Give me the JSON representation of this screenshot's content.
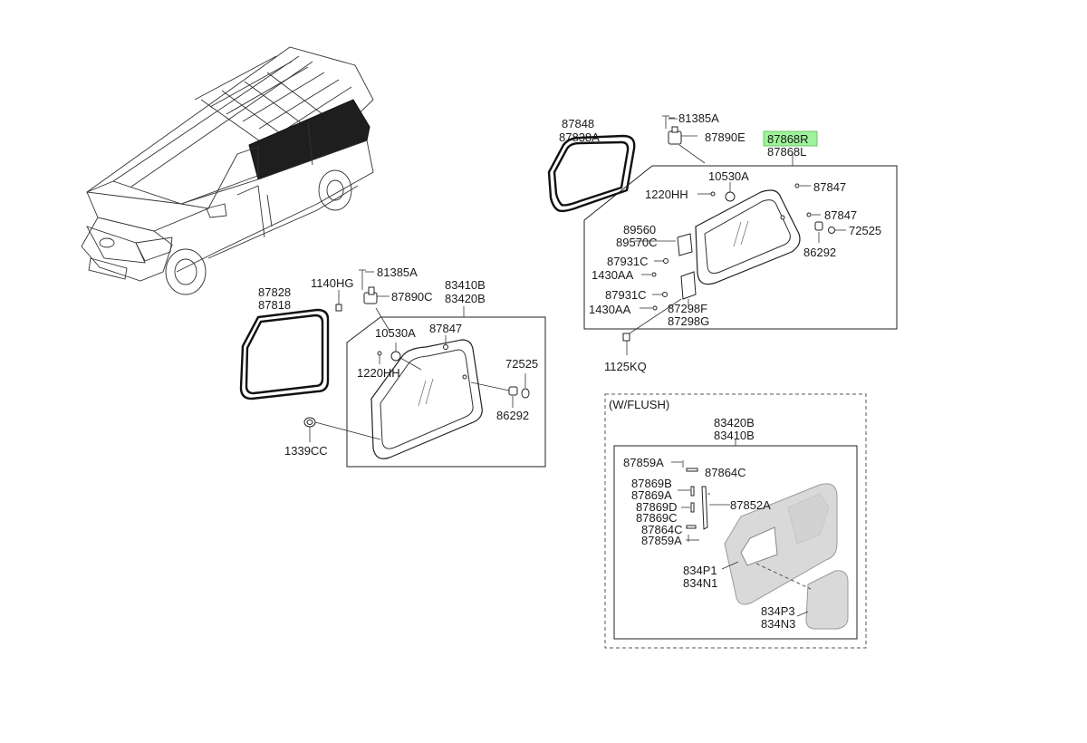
{
  "labels": {
    "p87848": "87848",
    "p87838A": "87838A",
    "p81385A_r": "81385A",
    "p87890E": "87890E",
    "p87868R": "87868R",
    "p87868L": "87868L",
    "p10530A_r": "10530A",
    "p1220HH_r": "1220HH",
    "p87847_r1": "87847",
    "p87847_r2": "87847",
    "p72525_r": "72525",
    "p89560": "89560",
    "p89570C": "89570C",
    "p86292_r": "86292",
    "p87931C_r1": "87931C",
    "p1430AA_r1": "1430AA",
    "p87931C_r2": "87931C",
    "p87298F": "87298F",
    "p1430AA_r2": "1430AA",
    "p87298G": "87298G",
    "p1125KQ": "1125KQ",
    "p81385A_l": "81385A",
    "p1140HG": "1140HG",
    "p87828": "87828",
    "p87890C": "87890C",
    "p87818": "87818",
    "p83410B_l": "83410B",
    "p83420B_l": "83420B",
    "p10530A_l": "10530A",
    "p87847_l": "87847",
    "p72525_l": "72525",
    "p1220HH_l": "1220HH",
    "p86292_l": "86292",
    "p1339CC": "1339CC",
    "flush_title": "(W/FLUSH)",
    "p83420B_f": "83420B",
    "p83410B_f": "83410B",
    "p87859A_1": "87859A",
    "p87864C_1": "87864C",
    "p87869B": "87869B",
    "p87869A": "87869A",
    "p87852A": "87852A",
    "p87869D": "87869D",
    "p87869C": "87869C",
    "p87864C_2": "87864C",
    "p87859A_2": "87859A",
    "p834P1": "834P1",
    "p834N1": "834N1",
    "p834P3": "834P3",
    "p834N3": "834N3"
  },
  "colors": {
    "highlight": "#9ef29a",
    "line": "#222222",
    "panel_fill": "#d9d9d9"
  }
}
